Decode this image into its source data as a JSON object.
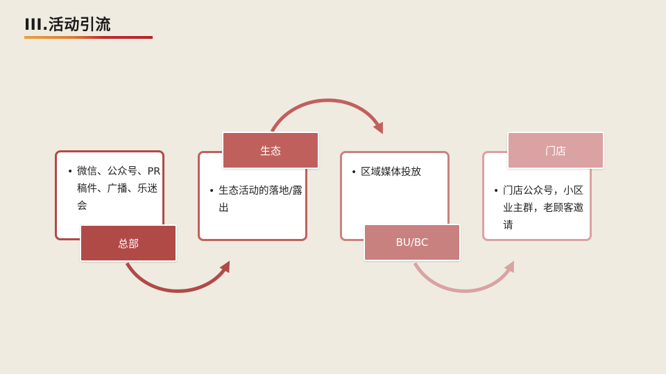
{
  "header": {
    "title": "III.活动引流"
  },
  "colors": {
    "background": "#efebe1",
    "stage1": "#b04a47",
    "stage2": "#c0605d",
    "stage3": "#c98180",
    "stage4": "#daa2a2"
  },
  "stages": [
    {
      "label": "总部",
      "items": [
        "微信、公众号、PR稿件、广播、乐迷会"
      ]
    },
    {
      "label": "生态",
      "items": [
        "生态活动的落地/露出"
      ]
    },
    {
      "label": "BU/BC",
      "items": [
        "区域媒体投放"
      ]
    },
    {
      "label": "门店",
      "items": [
        "门店公众号，小区业主群，老顾客邀请"
      ]
    }
  ]
}
